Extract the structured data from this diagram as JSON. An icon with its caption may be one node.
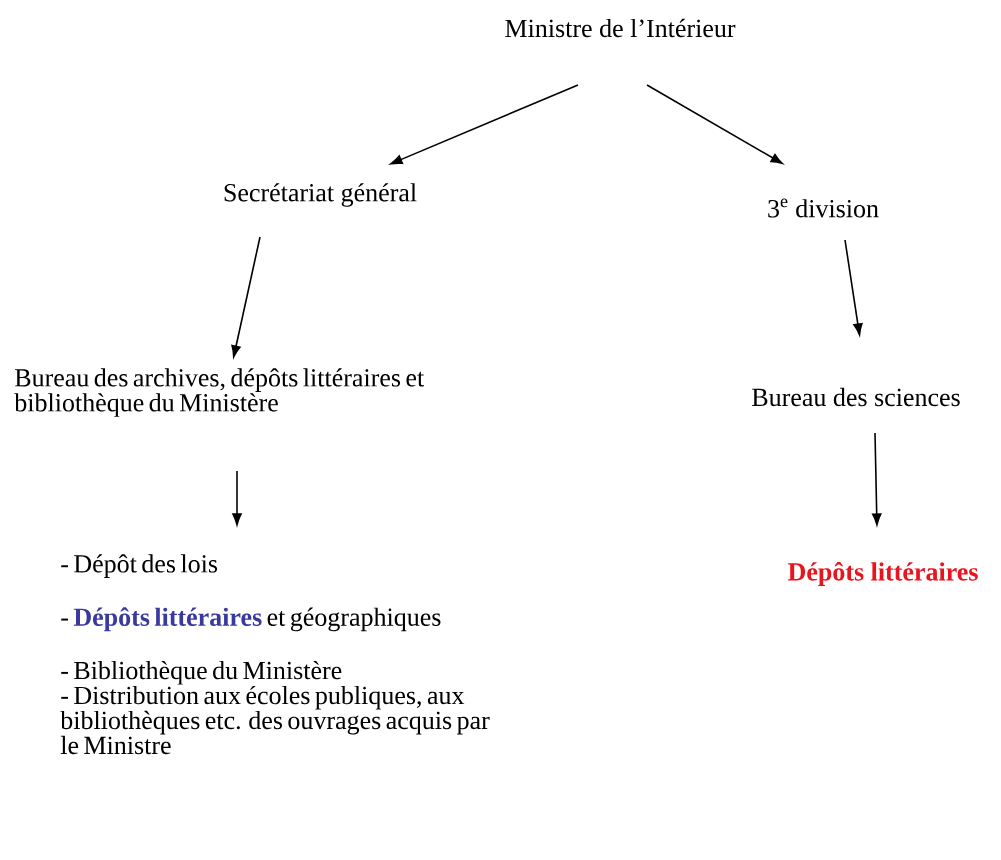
{
  "diagram": {
    "nodes": [
      {
        "text": [
          "Ministre de l’Intérieur"
        ]
      },
      {
        "text": [
          "Secrétariat général"
        ]
      },
      {
        "text": [
          "3$^{e}$ division"
        ]
      },
      {
        "text": [
          "Bureau des archives, dépôts littéraires et bibliothèque du Ministère"
        ]
      },
      {
        "text": [
          "Bureau des sciences"
        ]
      },
      {
        "text": [
          "- Dépôt des lois",
          "- **Dépôts littéraires** et géographiques",
          "- Bibliothèque du Ministère",
          "- Distribution aux écoles publiques, aux bibliothèques etc. des ouvrages acquis par le Ministre"
        ]
      },
      {
        "text": [
          "Dépôts littéraires"
        ]
      }
    ],
    "edges": [
      {
        "from": 0,
        "to": 1,
        "arrow": "to"
      },
      {
        "from": 0,
        "to": 2,
        "arrow": "to"
      },
      {
        "from": 1,
        "to": 3,
        "arrow": "to"
      },
      {
        "from": 2,
        "to": 4,
        "arrow": "to"
      },
      {
        "from": 3,
        "to": 5,
        "arrow": "to"
      },
      {
        "from": 4,
        "to": 6,
        "arrow": "to"
      }
    ]
  }
}
